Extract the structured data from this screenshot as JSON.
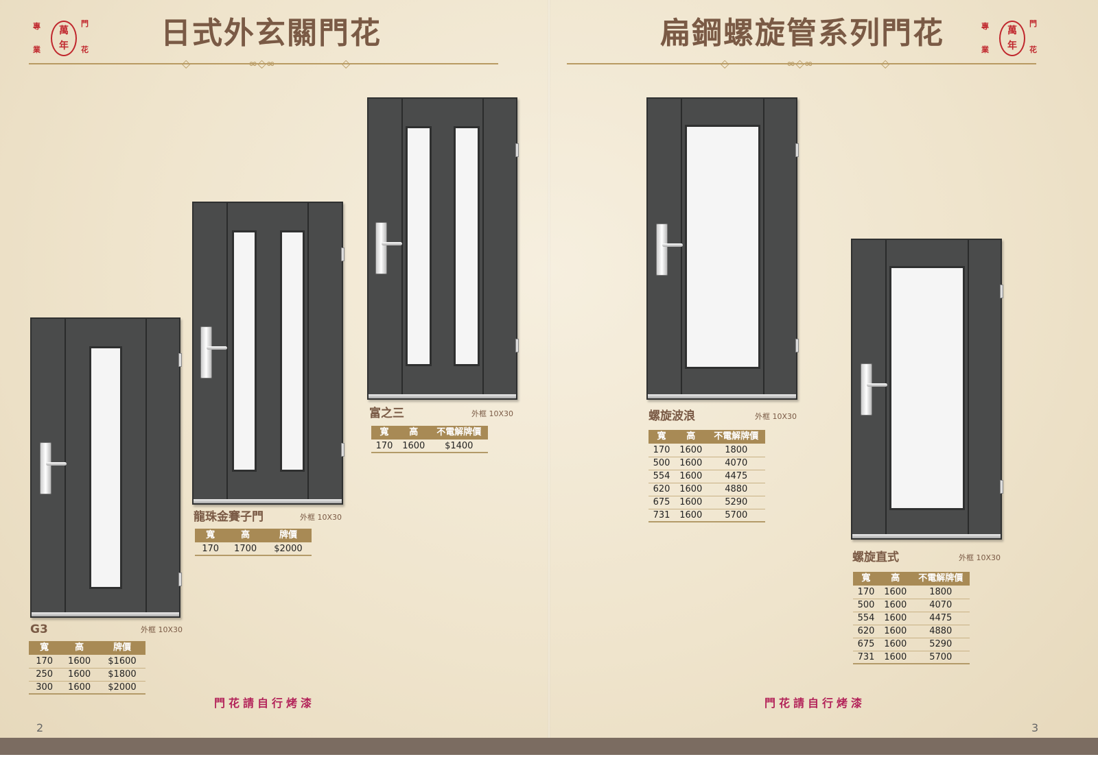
{
  "left_page": {
    "title": "日式外玄關門花",
    "page_number": "2",
    "note": "門花請自行烤漆",
    "logo": {
      "center_top": "萬",
      "center_bottom": "年",
      "corners": [
        "專",
        "門",
        "業",
        "花"
      ]
    }
  },
  "right_page": {
    "title": "扁鋼螺旋管系列門花",
    "page_number": "3",
    "note": "門花請自行烤漆",
    "logo": {
      "center_top": "萬",
      "center_bottom": "年",
      "corners": [
        "專",
        "門",
        "業",
        "花"
      ]
    }
  },
  "products": [
    {
      "name": "G3",
      "frame": "外框 10X30",
      "headers": [
        "寬",
        "高",
        "牌價"
      ],
      "rows": [
        [
          "170",
          "1600",
          "$1600"
        ],
        [
          "250",
          "1600",
          "$1800"
        ],
        [
          "300",
          "1600",
          "$2000"
        ]
      ]
    },
    {
      "name": "龍珠金賽子門",
      "frame": "外框 10X30",
      "headers": [
        "寬",
        "高",
        "牌價"
      ],
      "rows": [
        [
          "170",
          "1700",
          "$2000"
        ]
      ]
    },
    {
      "name": "富之三",
      "frame": "外框 10X30",
      "headers": [
        "寬",
        "高",
        "不電解牌價"
      ],
      "rows": [
        [
          "170",
          "1600",
          "$1400"
        ]
      ]
    },
    {
      "name": "螺旋波浪",
      "frame": "外框 10X30",
      "headers": [
        "寬",
        "高",
        "不電解牌價"
      ],
      "rows": [
        [
          "170",
          "1600",
          "1800"
        ],
        [
          "500",
          "1600",
          "4070"
        ],
        [
          "554",
          "1600",
          "4475"
        ],
        [
          "620",
          "1600",
          "4880"
        ],
        [
          "675",
          "1600",
          "5290"
        ],
        [
          "731",
          "1600",
          "5700"
        ]
      ]
    },
    {
      "name": "螺旋直式",
      "frame": "外框 10X30",
      "headers": [
        "寬",
        "高",
        "不電解牌價"
      ],
      "rows": [
        [
          "170",
          "1600",
          "1800"
        ],
        [
          "500",
          "1600",
          "4070"
        ],
        [
          "554",
          "1600",
          "4475"
        ],
        [
          "620",
          "1600",
          "4880"
        ],
        [
          "675",
          "1600",
          "5290"
        ],
        [
          "731",
          "1600",
          "5700"
        ]
      ]
    }
  ]
}
